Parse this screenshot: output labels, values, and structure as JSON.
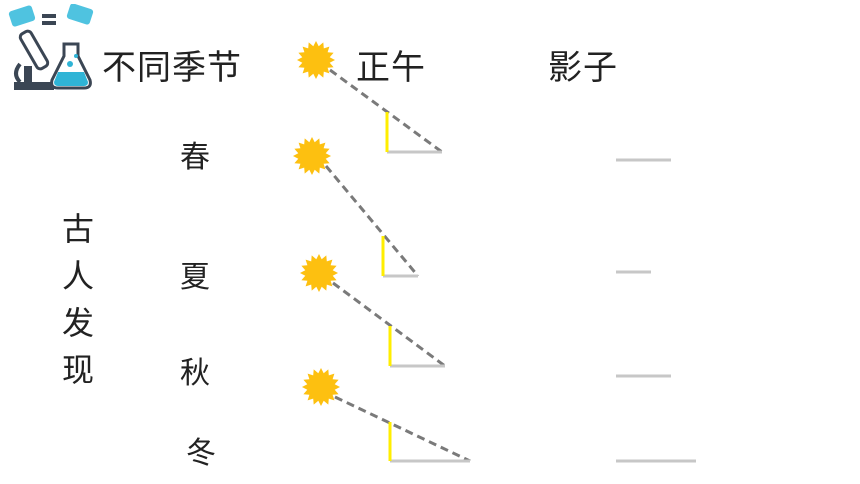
{
  "title": "不同季节",
  "col_noon": "正午",
  "col_shadow": "影子",
  "side_text": [
    "古",
    "人",
    "发",
    "现"
  ],
  "seasons": [
    {
      "label": "春",
      "shadow_length": 0.55
    },
    {
      "label": "夏",
      "shadow_length": 0.35
    },
    {
      "label": "秋",
      "shadow_length": 0.55
    },
    {
      "label": "冬",
      "shadow_length": 0.8
    }
  ],
  "colors": {
    "sun": "#fdc010",
    "pole": "#ffee00",
    "ray": "#7a7a7a",
    "ground": "#c7c7c7",
    "logo_dark": "#3b4654",
    "logo_accent": "#2fb4d6"
  },
  "icons": [
    "sun-icon",
    "microscope-flask-logo-icon"
  ]
}
